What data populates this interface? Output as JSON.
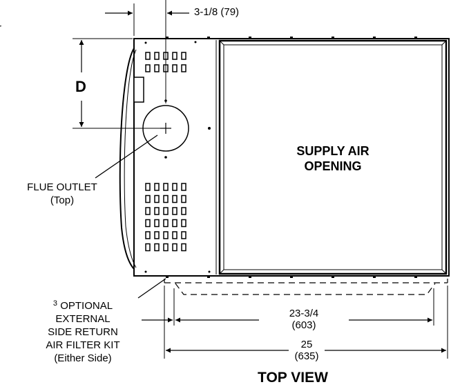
{
  "edge_fragment": "r",
  "dims": {
    "offset_label": "3-1/8 (79)",
    "d_label": "D",
    "filter_width_in": "23-3/4",
    "filter_width_mm": "(603)",
    "overall_width_in": "25",
    "overall_width_mm": "(635)"
  },
  "labels": {
    "supply_line1": "SUPPLY AIR",
    "supply_line2": "OPENING",
    "flue_line1": "FLUE OUTLET",
    "flue_line2": "(Top)",
    "kit_superscript": "3",
    "kit_line1": "OPTIONAL",
    "kit_line2": "EXTERNAL",
    "kit_line3": "SIDE RETURN",
    "kit_line4": "AIR FILTER KIT",
    "kit_line5": "(Either Side)",
    "view_title": "TOP VIEW"
  }
}
